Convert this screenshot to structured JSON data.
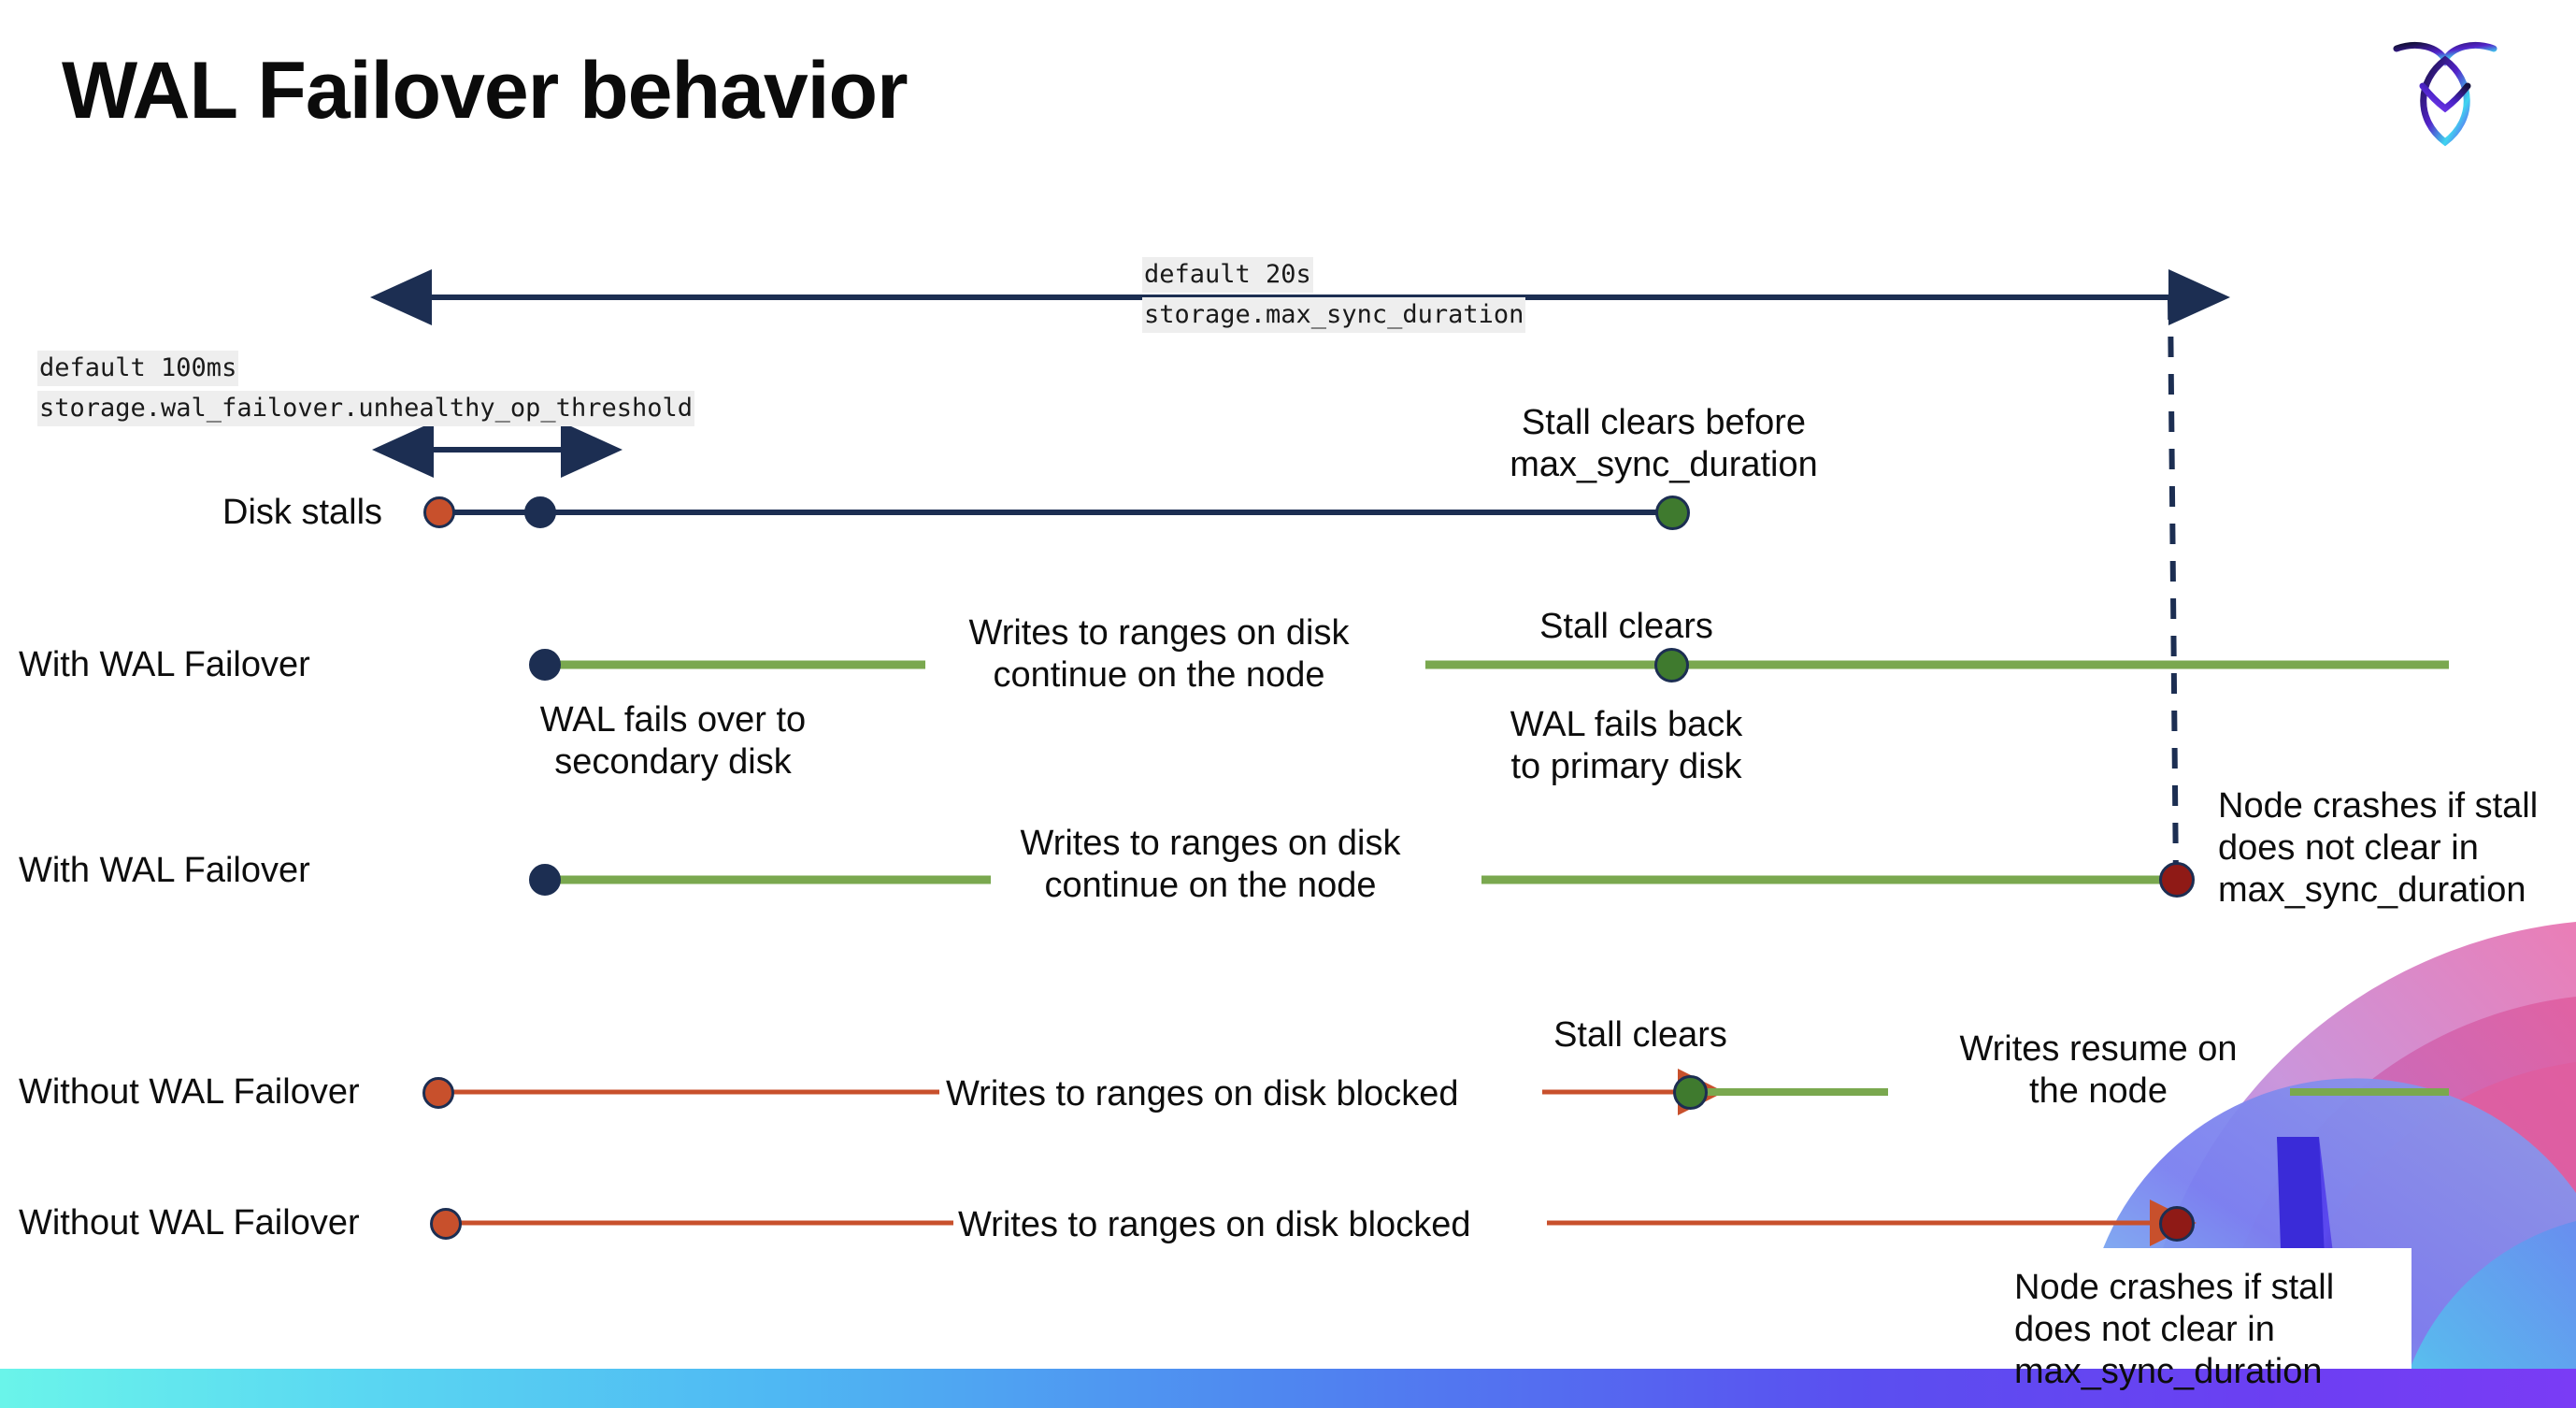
{
  "slide": {
    "title": "WAL Failover behavior",
    "logo_icon": "cockroachdb-logo-icon",
    "background_color": "#ffffff",
    "accent_colors": {
      "navy": "#1c2e52",
      "green_line": "#7aa84f",
      "green_dot": "#3f7a2e",
      "orange": "#c8502c",
      "dark_red": "#8f1a16",
      "code_bg": "#eeeeee",
      "bar_gradient_start": "#6af4ea",
      "bar_gradient_end": "#7a3cf5"
    }
  },
  "settings": {
    "max_sync_duration": {
      "default_line": "default 20s",
      "name_line": "storage.max_sync_duration"
    },
    "unhealthy_op_threshold": {
      "default_line": "default 100ms",
      "name_line": "storage.wal_failover.unhealthy_op_threshold"
    }
  },
  "rows": [
    {
      "id": "disk-stalls",
      "label": "Disk stalls",
      "annotations": [
        {
          "id": "stall-clears-before",
          "text": "Stall clears before\nmax_sync_duration"
        }
      ],
      "markers": [
        {
          "id": "stall-start",
          "kind": "red"
        },
        {
          "id": "threshold-reached",
          "kind": "navy"
        },
        {
          "id": "stall-clears",
          "kind": "green"
        }
      ]
    },
    {
      "id": "with-wal-failover-clears",
      "label": "With WAL Failover",
      "annotations": [
        {
          "id": "wal-fails-over",
          "text": "WAL fails over to\nsecondary disk"
        },
        {
          "id": "writes-continue",
          "text": "Writes to ranges on disk\ncontinue on the node"
        },
        {
          "id": "stall-clears",
          "text": "Stall clears"
        },
        {
          "id": "wal-fails-back",
          "text": "WAL fails  back\nto primary disk"
        }
      ],
      "markers": [
        {
          "id": "failover-start",
          "kind": "navy"
        },
        {
          "id": "stall-clears",
          "kind": "green"
        }
      ]
    },
    {
      "id": "with-wal-failover-crash",
      "label": "With WAL Failover",
      "annotations": [
        {
          "id": "writes-continue",
          "text": "Writes to ranges on disk\ncontinue on the node"
        },
        {
          "id": "node-crashes",
          "text": "Node crashes if stall\ndoes not clear in\nmax_sync_duration"
        }
      ],
      "markers": [
        {
          "id": "failover-start",
          "kind": "navy"
        },
        {
          "id": "node-crash",
          "kind": "darkred"
        }
      ]
    },
    {
      "id": "without-wal-failover-clears",
      "label": "Without WAL Failover",
      "annotations": [
        {
          "id": "writes-blocked",
          "text": "Writes to ranges on disk  blocked"
        },
        {
          "id": "stall-clears",
          "text": "Stall clears"
        },
        {
          "id": "writes-resume",
          "text": "Writes resume on\nthe node"
        }
      ],
      "markers": [
        {
          "id": "stall-start",
          "kind": "red"
        },
        {
          "id": "stall-clears",
          "kind": "green"
        }
      ]
    },
    {
      "id": "without-wal-failover-crash",
      "label": "Without WAL Failover",
      "annotations": [
        {
          "id": "writes-blocked",
          "text": "Writes to ranges on disk  blocked"
        },
        {
          "id": "node-crashes",
          "text": "Node crashes if stall\ndoes not clear in\nmax_sync_duration"
        }
      ],
      "markers": [
        {
          "id": "stall-start",
          "kind": "red"
        },
        {
          "id": "node-crash",
          "kind": "darkred"
        }
      ]
    }
  ]
}
